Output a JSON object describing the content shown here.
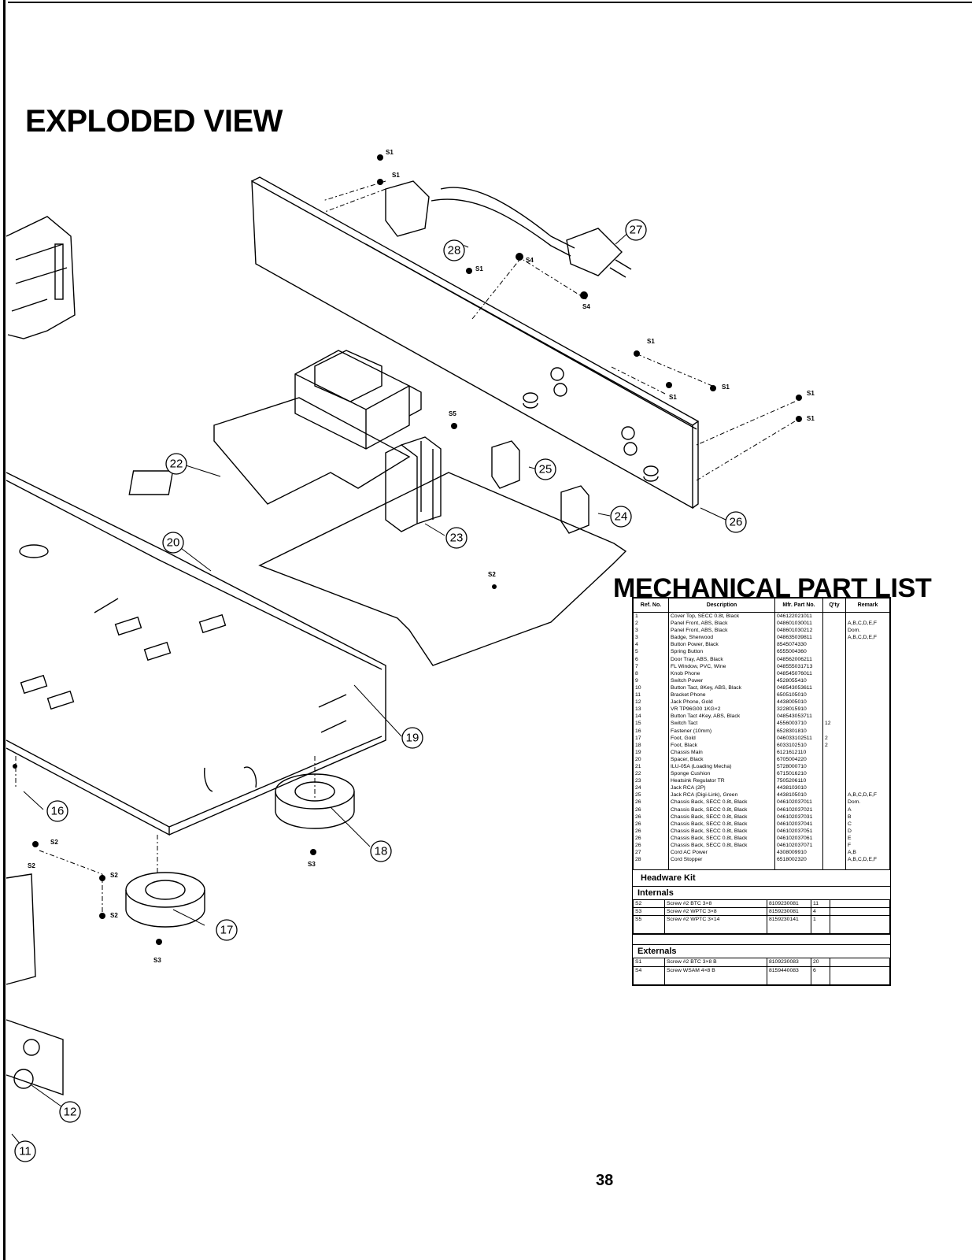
{
  "titles": {
    "exploded_view": "EXPLODED VIEW",
    "part_list": "MECHANICAL PART LIST",
    "page_number": "38"
  },
  "callouts": [
    "27",
    "28",
    "22",
    "25",
    "24",
    "26",
    "23",
    "20",
    "19",
    "16",
    "18",
    "17",
    "12",
    "11"
  ],
  "screw_labels": [
    "S1",
    "S2",
    "S3",
    "S4",
    "S5"
  ],
  "table": {
    "headers": [
      "Ref. No.",
      "Description",
      "Mfr. Part No.",
      "Q'ty",
      "Remark"
    ],
    "rows": [
      [
        "1",
        "Cover Top, SECC 0.8t, Black",
        "046122021011",
        "",
        ""
      ],
      [
        "2",
        "Panel Front, ABS, Black",
        "048601030011",
        "",
        "A,B,C,D,E,F"
      ],
      [
        "3",
        "Panel Front, ABS, Black",
        "048601030212",
        "",
        "Dom."
      ],
      [
        "3",
        "Badge, Sherwood",
        "048635039811",
        "",
        "A,B,C,D,E,F"
      ],
      [
        "4",
        "Button Power, Black",
        "8545074330",
        "",
        ""
      ],
      [
        "5",
        "Spring Button",
        "6555004360",
        "",
        ""
      ],
      [
        "6",
        "Door Tray, ABS, Black",
        "048562006211",
        "",
        ""
      ],
      [
        "7",
        "FL Window, PVC, Wine",
        "048555031713",
        "",
        ""
      ],
      [
        "8",
        "Knob Phone",
        "048545076011",
        "",
        ""
      ],
      [
        "9",
        "Switch Power",
        "4528055410",
        "",
        ""
      ],
      [
        "10",
        "Button Tact, 8Key, ABS, Black",
        "048543053611",
        "",
        ""
      ],
      [
        "11",
        "Bracket Phone",
        "6505105010",
        "",
        ""
      ],
      [
        "12",
        "Jack Phone, Gold",
        "4438005010",
        "",
        ""
      ],
      [
        "13",
        "VR TP96G00 1KG×2",
        "3228015910",
        "",
        ""
      ],
      [
        "14",
        "Button Tact 4Key, ABS, Black",
        "048543053711",
        "",
        ""
      ],
      [
        "15",
        "Switch Tact",
        "4556003710",
        "12",
        ""
      ],
      [
        "16",
        "Fastener (10mm)",
        "6528301810",
        "",
        ""
      ],
      [
        "17",
        "Foot, Gold",
        "046033102511",
        "2",
        ""
      ],
      [
        "18",
        "Foot, Black",
        "6033102510",
        "2",
        ""
      ],
      [
        "19",
        "Chassis Main",
        "6121612110",
        "",
        ""
      ],
      [
        "20",
        "Spacer, Black",
        "6705004220",
        "",
        ""
      ],
      [
        "21",
        "ILU-05A (Loading Mecha)",
        "5728000710",
        "",
        ""
      ],
      [
        "22",
        "Sponge Cushion",
        "6715016210",
        "",
        ""
      ],
      [
        "23",
        "Heatsink Regulator TR",
        "7505206110",
        "",
        ""
      ],
      [
        "24",
        "Jack RCA (2P)",
        "4438103010",
        "",
        ""
      ],
      [
        "25",
        "Jack RCA (Digi-Link), Green",
        "4438105010",
        "",
        "A,B,C,D,E,F"
      ],
      [
        "26",
        "Chassis Back, SECC 0.8t, Black",
        "046102037011",
        "",
        "Dom."
      ],
      [
        "26",
        "Chassis Back, SECC 0.8t, Black",
        "046102037021",
        "",
        "A"
      ],
      [
        "26",
        "Chassis Back, SECC 0.8t, Black",
        "046102037031",
        "",
        "B"
      ],
      [
        "26",
        "Chassis Back, SECC 0.8t, Black",
        "046102037041",
        "",
        "C"
      ],
      [
        "26",
        "Chassis Back, SECC 0.8t, Black",
        "046102037051",
        "",
        "D"
      ],
      [
        "26",
        "Chassis Back, SECC 0.8t, Black",
        "046102037061",
        "",
        "E"
      ],
      [
        "26",
        "Chassis Back, SECC 0.8t, Black",
        "046102037071",
        "",
        "F"
      ],
      [
        "27",
        "Cord AC Power",
        "4308009910",
        "",
        "A,B"
      ],
      [
        "28",
        "Cord Stopper",
        "6518002320",
        "",
        "A,B,C,D,E,F"
      ]
    ],
    "hardware_kit_title": "Headware Kit",
    "internals_title": "Internals",
    "internals": [
      [
        "S2",
        "Screw #2 BTC 3×8",
        "8109230081",
        "11",
        ""
      ],
      [
        "S3",
        "Screw #2 WPTC 3×8",
        "8159230081",
        "4",
        ""
      ],
      [
        "S5",
        "Screw #2 WPTC 3×14",
        "8159230141",
        "1",
        ""
      ]
    ],
    "externals_title": "Externals",
    "externals": [
      [
        "S1",
        "Screw #2 BTC 3×8 B",
        "8109230083",
        "20",
        ""
      ],
      [
        "S4",
        "Screw WSAM 4×8 B",
        "8159440083",
        "6",
        ""
      ]
    ]
  }
}
